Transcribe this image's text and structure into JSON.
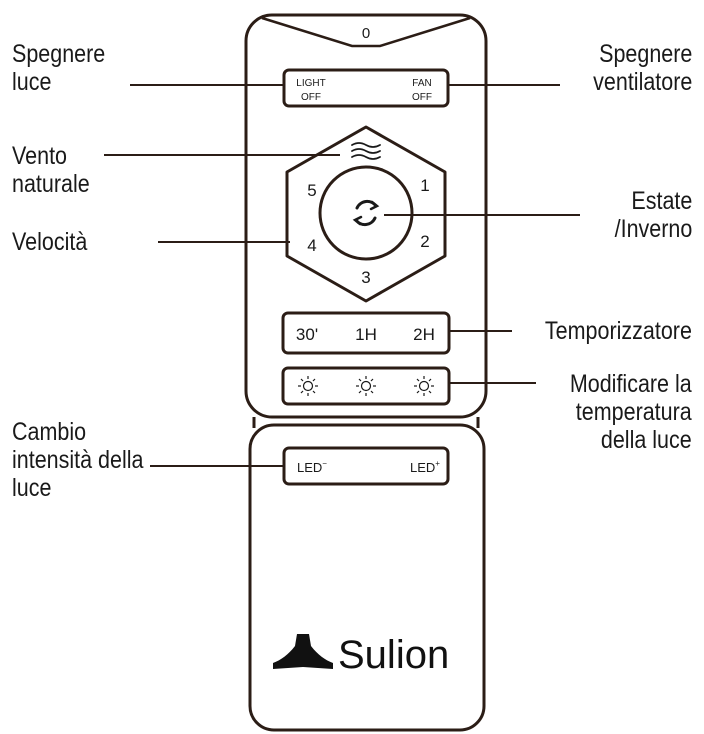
{
  "remote": {
    "top_slot_label": "0",
    "light_off_line1": "LIGHT",
    "light_off_line2": "OFF",
    "fan_off_line1": "FAN",
    "fan_off_line2": "OFF",
    "speeds": [
      "1",
      "2",
      "3",
      "4",
      "5"
    ],
    "timer": [
      "30'",
      "1H",
      "2H"
    ],
    "led_minus_text": "LED",
    "led_minus_sup": "−",
    "led_plus_text": "LED",
    "led_plus_sup": "+",
    "brand": "Sulion"
  },
  "labels": {
    "light_off": [
      "Spegnere",
      "luce"
    ],
    "fan_off": [
      "Spegnere",
      "ventilatore"
    ],
    "natural_wind": [
      "Vento",
      "naturale"
    ],
    "speed": [
      "Velocità"
    ],
    "summer_winter": [
      "Estate",
      "/Inverno"
    ],
    "timer": [
      "Temporizzatore"
    ],
    "light_temp": [
      "Modificare la",
      "temperatura",
      "della luce"
    ],
    "dimmer": [
      "Cambio",
      "intensità della",
      "luce"
    ]
  },
  "colors": {
    "stroke": "#2b1d16",
    "text": "#1a1a1a"
  }
}
